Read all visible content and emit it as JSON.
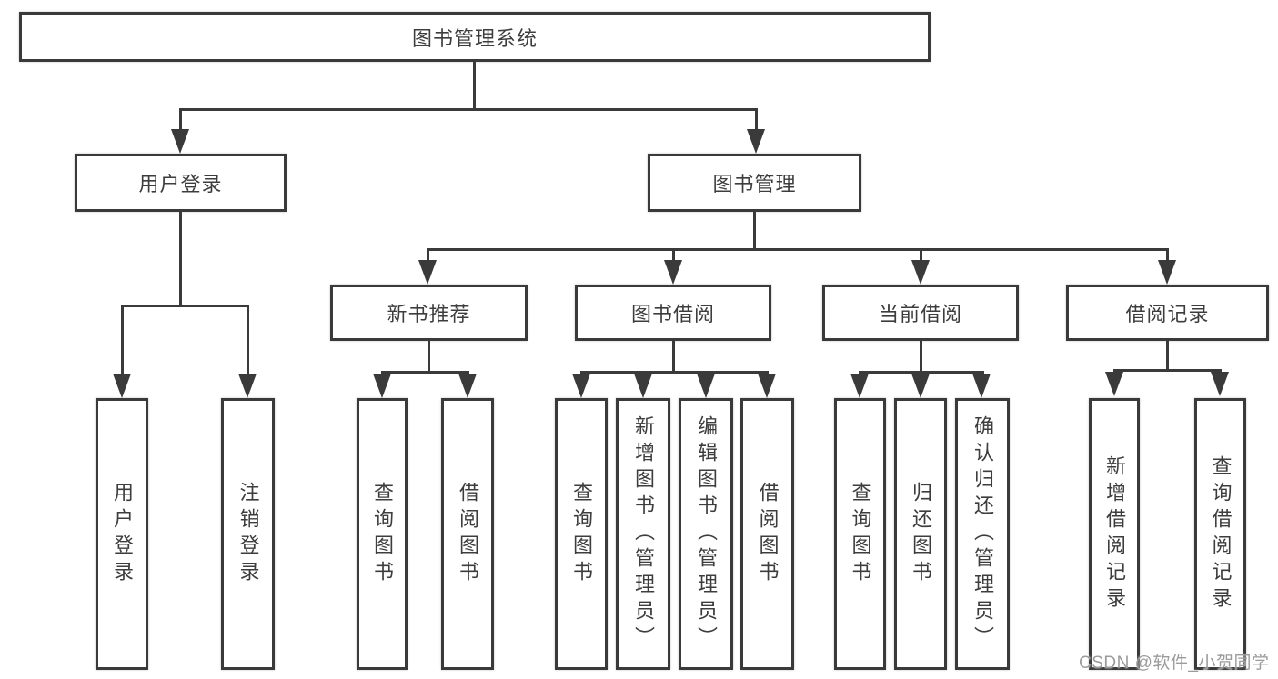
{
  "title": "图书管理系统",
  "tree": {
    "root": {
      "label": "图书管理系统"
    },
    "level2": [
      {
        "label": "用户登录",
        "children": [
          {
            "label": "用户登录"
          },
          {
            "label": "注销登录"
          }
        ]
      },
      {
        "label": "图书管理",
        "children": [
          {
            "label": "新书推荐",
            "children": [
              {
                "label": "查询图书"
              },
              {
                "label": "借阅图书"
              }
            ]
          },
          {
            "label": "图书借阅",
            "children": [
              {
                "label": "查询图书"
              },
              {
                "label": "新增图书（管理员）"
              },
              {
                "label": "编辑图书（管理员）"
              },
              {
                "label": "借阅图书"
              }
            ]
          },
          {
            "label": "当前借阅",
            "children": [
              {
                "label": "查询图书"
              },
              {
                "label": "归还图书"
              },
              {
                "label": "确认归还（管理员）"
              }
            ]
          },
          {
            "label": "借阅记录",
            "children": [
              {
                "label": "新增借阅记录"
              },
              {
                "label": "查询借阅记录"
              }
            ]
          }
        ]
      }
    ]
  },
  "watermark": "CSDN @软件_小贺同学",
  "colors": {
    "line": "#3a3a3a",
    "text": "#3d3d3d",
    "watermark": "#9b9b9b",
    "background": "#ffffff"
  }
}
